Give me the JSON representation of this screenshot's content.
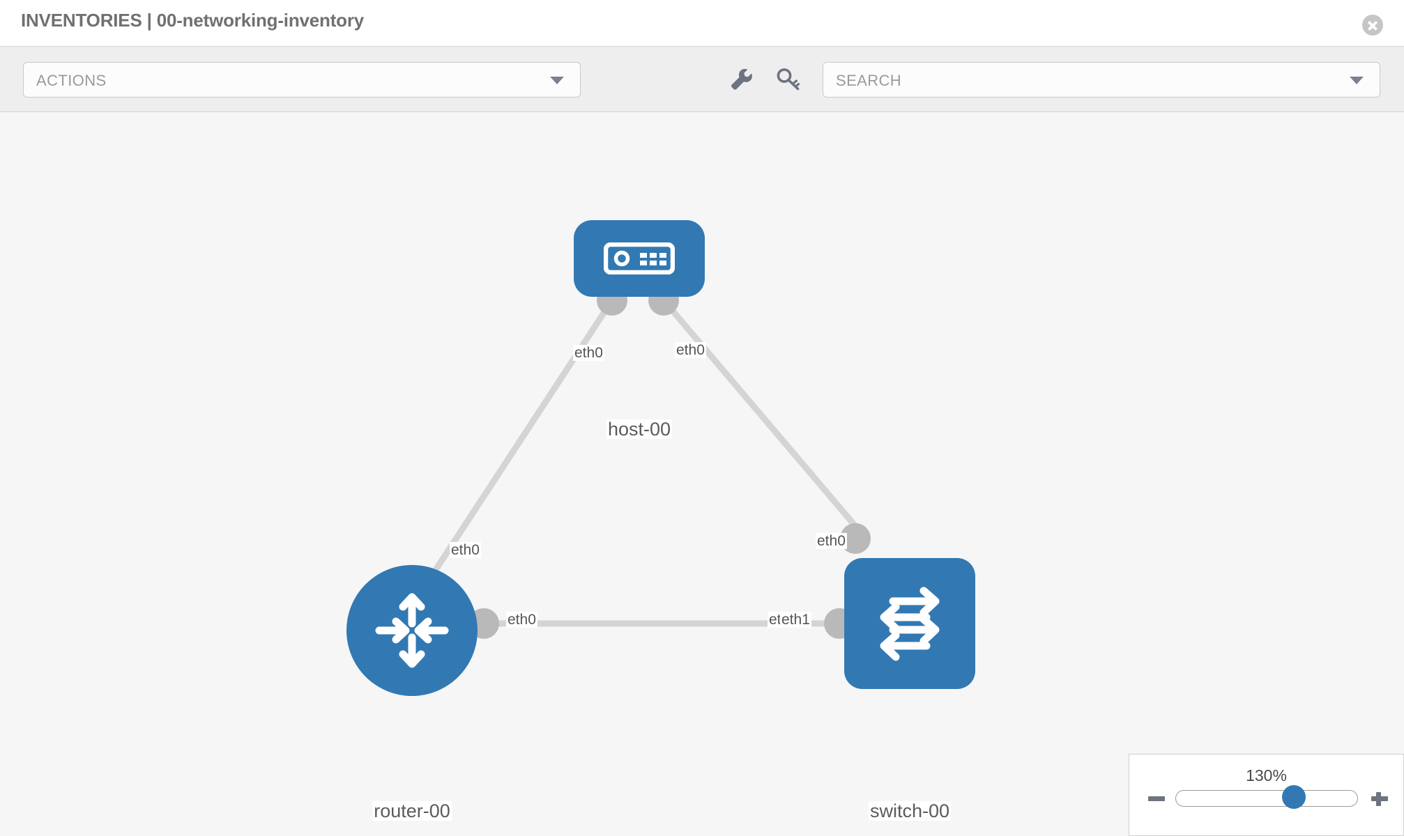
{
  "header": {
    "title": "INVENTORIES | 00-networking-inventory",
    "close_icon": "close-circle-icon"
  },
  "toolbar": {
    "actions_label": "ACTIONS",
    "actions_caret_icon": "chevron-down-icon",
    "wrench_icon": "wrench-icon",
    "key_icon": "key-icon",
    "search_placeholder": "SEARCH",
    "search_value": "",
    "search_caret_icon": "chevron-down-icon"
  },
  "topology": {
    "nodes": [
      {
        "id": "host-00",
        "label": "host-00",
        "type": "host",
        "icon": "server-icon",
        "color": "#3279b3",
        "shape": "rounded-rect"
      },
      {
        "id": "router-00",
        "label": "router-00",
        "type": "router",
        "icon": "router-arrows-icon",
        "color": "#3279b3",
        "shape": "circle"
      },
      {
        "id": "switch-00",
        "label": "switch-00",
        "type": "switch",
        "icon": "switch-arrows-icon",
        "color": "#3279b3",
        "shape": "rounded-square"
      }
    ],
    "links": [
      {
        "from": "host-00",
        "from_iface": "eth0",
        "to": "router-00",
        "to_iface": "eth0"
      },
      {
        "from": "host-00",
        "from_iface": "eth0",
        "to": "switch-00",
        "to_iface": "eth0"
      },
      {
        "from": "router-00",
        "from_iface": "eth0",
        "to": "switch-00",
        "to_iface": "eth1"
      }
    ],
    "interface_labels": {
      "host_left": "eth0",
      "host_right": "eth0",
      "router_upper": "eth0",
      "switch_upper": "eth0",
      "router_right": "eth0",
      "switch_left_hidden": "eth",
      "switch_left": "eth1"
    },
    "link_color": "#d4d4d4",
    "port_color": "#b9b9b9"
  },
  "zoom": {
    "value": "130%",
    "minus_icon": "minus-icon",
    "plus_icon": "plus-icon",
    "slider_position_pct": 58
  }
}
